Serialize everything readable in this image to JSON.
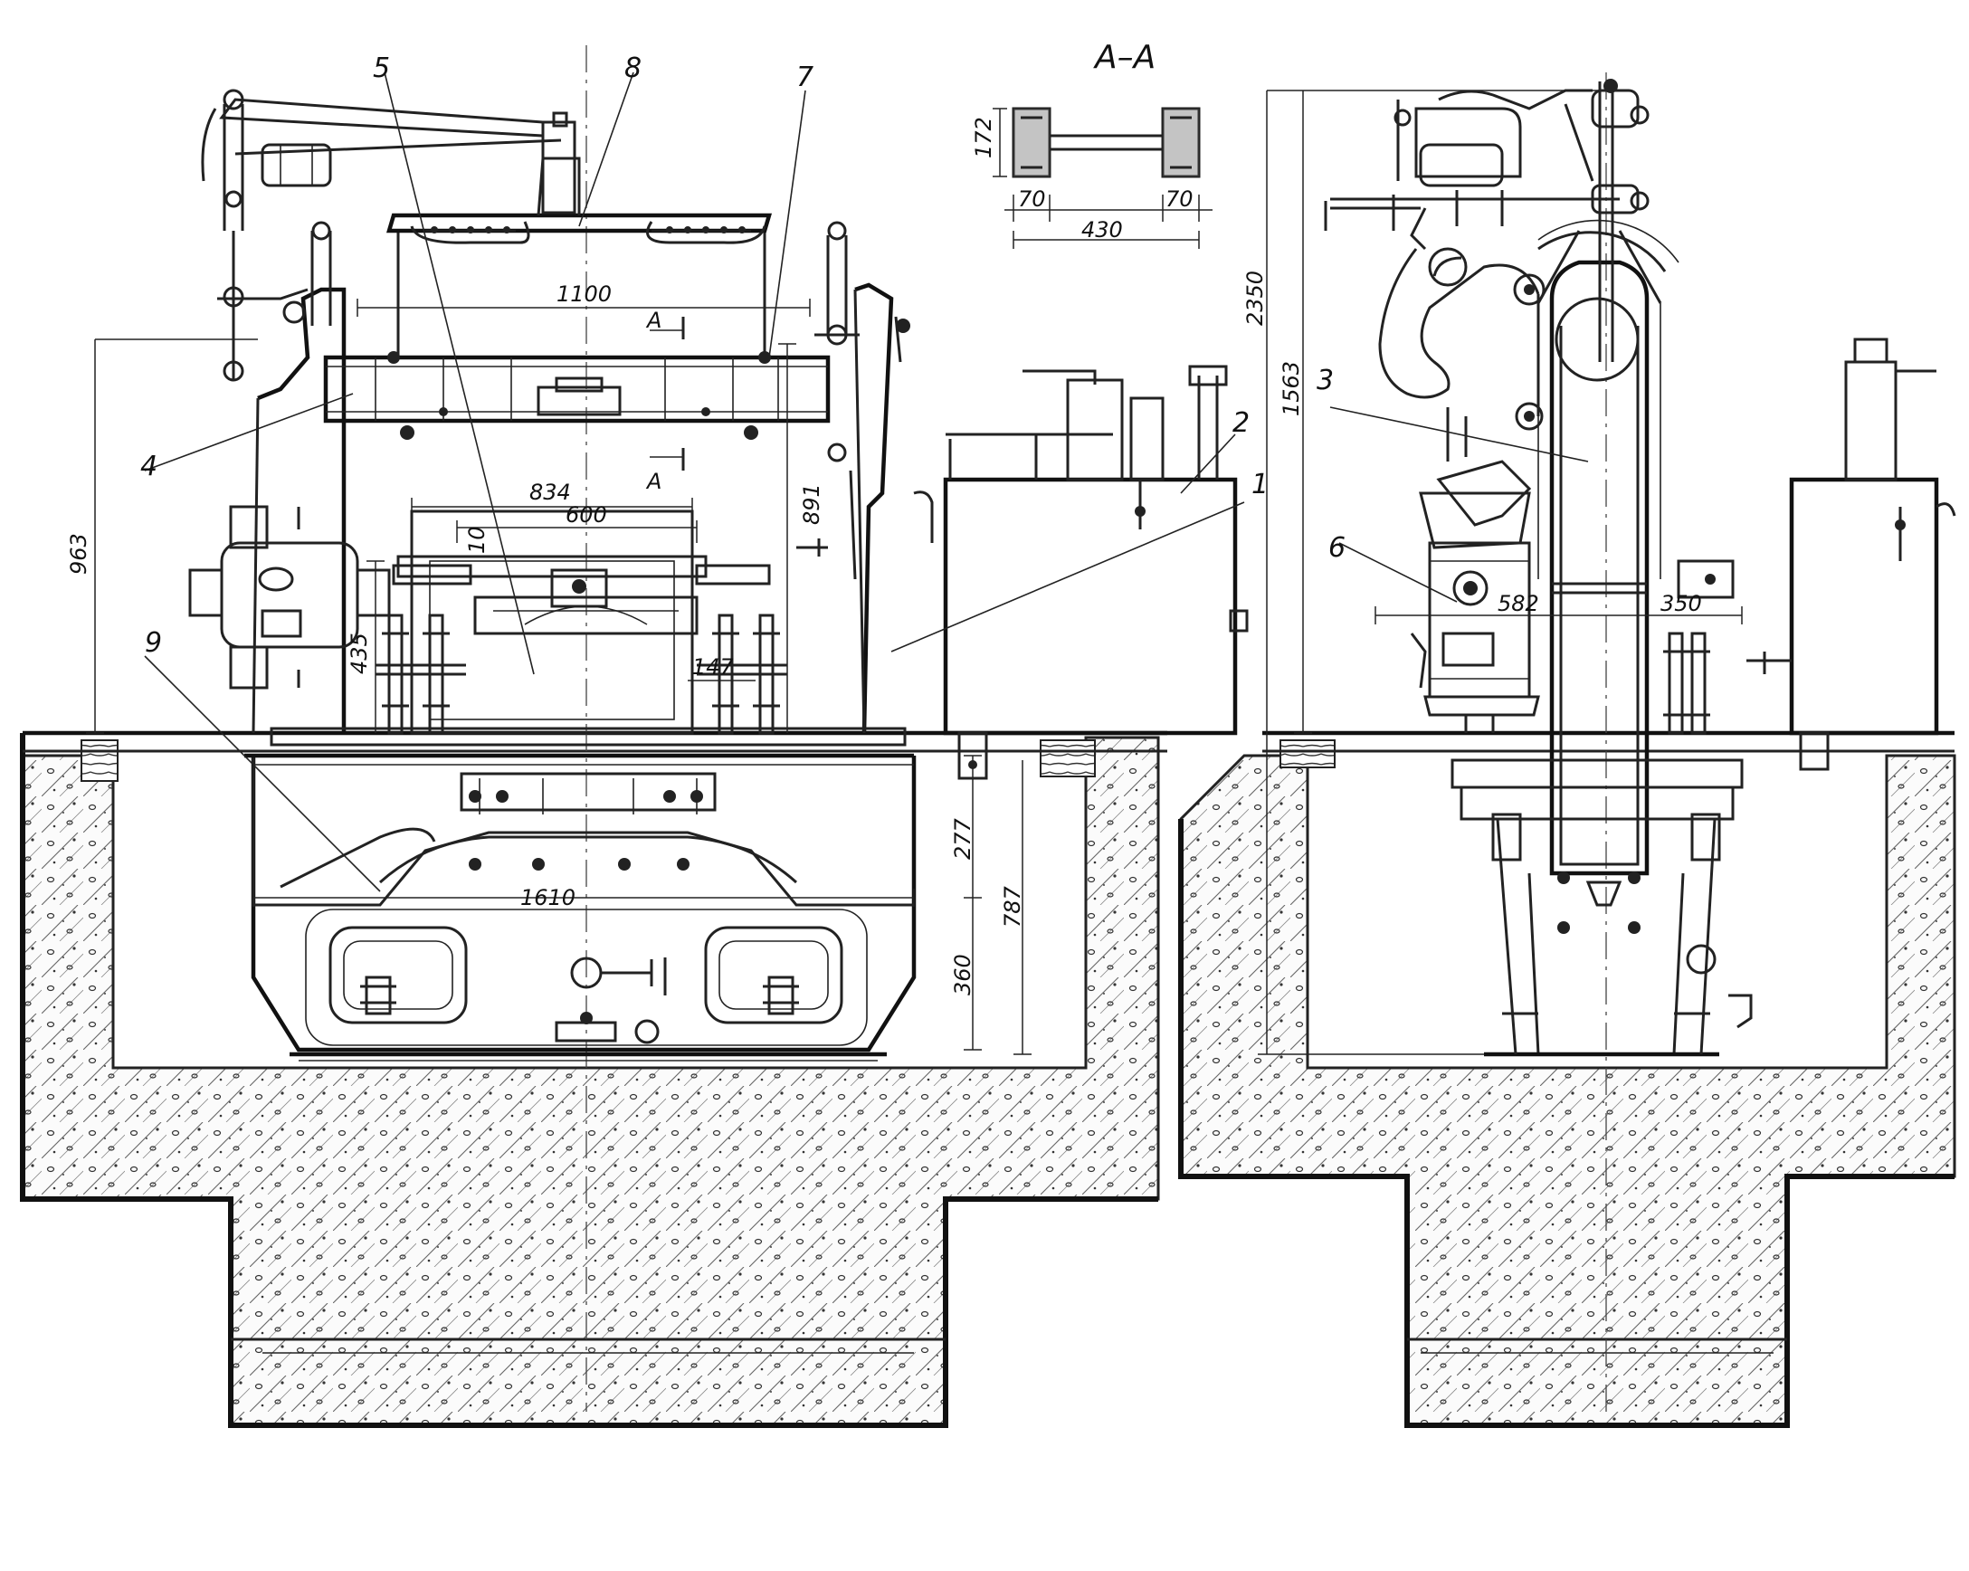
{
  "section_title": "А–А",
  "section_marks": [
    "А",
    "А"
  ],
  "callouts": {
    "c1": "1",
    "c2": "2",
    "c3": "3",
    "c4": "4",
    "c5": "5",
    "c6": "6",
    "c7": "7",
    "c8": "8",
    "c9": "9"
  },
  "dimensions": {
    "d1100": "1100",
    "d834": "834",
    "d600": "600",
    "d891": "891",
    "d963": "963",
    "d435": "435",
    "d10": "10",
    "d147": "147",
    "d1610": "1610",
    "d277": "277",
    "d787": "787",
    "d360": "360",
    "d172": "172",
    "d70a": "70",
    "d70b": "70",
    "d430": "430",
    "d2350": "2350",
    "d1563": "1563",
    "d582": "582",
    "d350": "350"
  },
  "colors": {
    "ink": "#222222",
    "paper": "#ffffff",
    "hatch": "#555555"
  }
}
